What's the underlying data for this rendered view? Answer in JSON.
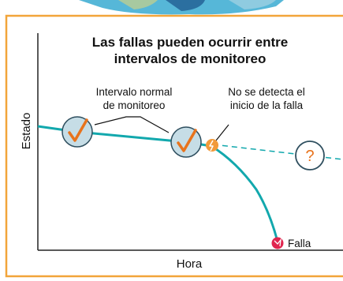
{
  "title_line1": "Las fallas pueden ocurrir entre",
  "title_line2": "intervalos de monitoreo",
  "annotation_interval_line1": "Intervalo normal",
  "annotation_interval_line2": "de monitoreo",
  "annotation_undetected_line1": "No se detecta el",
  "annotation_undetected_line2": "inicio de la falla",
  "question_mark": "?",
  "failure_label": "Falla",
  "y_axis_label": "Estado",
  "x_axis_label": "Hora",
  "check_glyph": "✓",
  "colors": {
    "frame_border": "#f2a53a",
    "curve": "#12a8ad",
    "check_circle_fill": "#c6dde6",
    "check_circle_stroke": "#2f4f5f",
    "accent_orange": "#e8731c",
    "failure_marker": "#e0264f",
    "top_banner": "#56b7d8"
  },
  "icons": {
    "check": "check-mark-icon",
    "spark": "spark-icon",
    "question": "question-icon",
    "failure": "failure-icon"
  }
}
